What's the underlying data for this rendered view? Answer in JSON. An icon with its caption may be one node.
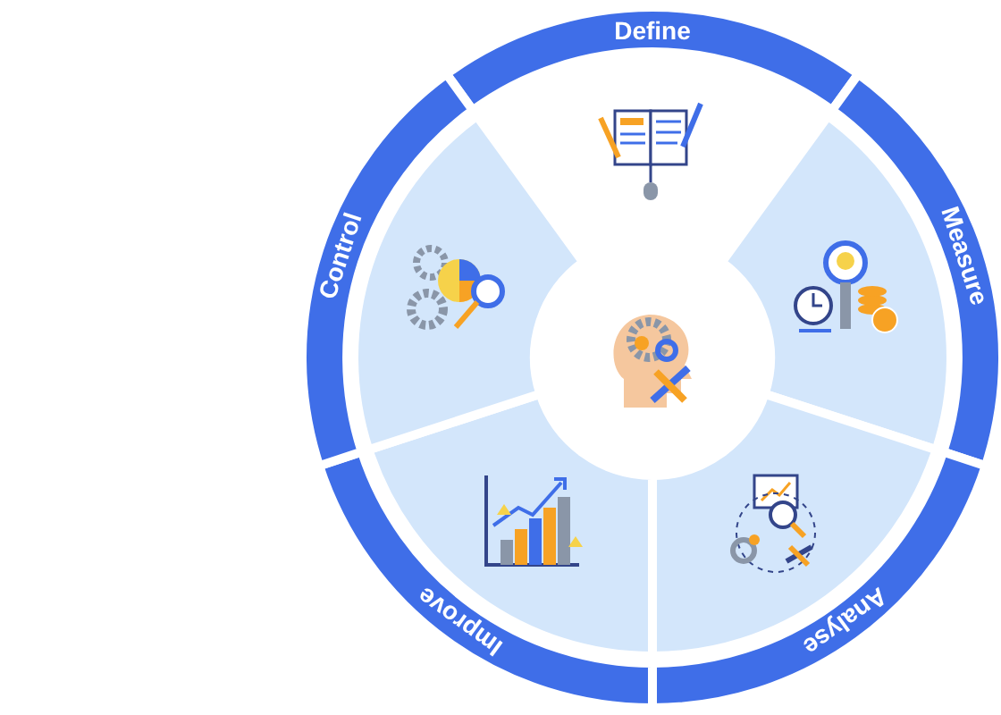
{
  "diagram": {
    "nodes": [
      {
        "text": [
          "Define"
        ]
      },
      {
        "text": [
          "Measure"
        ]
      },
      {
        "text": [
          "Analyse"
        ]
      },
      {
        "text": [
          "Improve"
        ]
      },
      {
        "text": [
          "Control"
        ]
      }
    ]
  }
}
